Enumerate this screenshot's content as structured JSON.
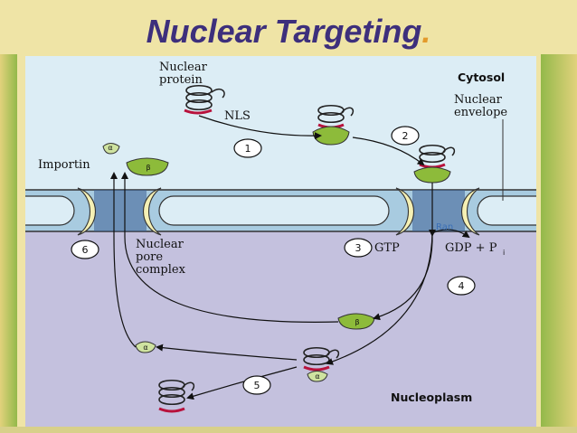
{
  "title": "Nuclear Targeting",
  "title_period": ".",
  "labels": {
    "nuclear_protein_line1": "Nuclear",
    "nuclear_protein_line2": "protein",
    "nls": "NLS",
    "cytosol": "Cytosol",
    "nuclear_envelope_line1": "Nuclear",
    "nuclear_envelope_line2": "envelope",
    "importin": "Importin",
    "nuclear_pore_line1": "Nuclear",
    "nuclear_pore_line2": "pore",
    "nuclear_pore_line3": "complex",
    "ran": "Ran",
    "gtp": "GTP",
    "gdp_pi": "GDP + P",
    "pi_sub": "i",
    "nucleoplasm": "Nucleoplasm",
    "alpha": "α",
    "beta": "β"
  },
  "steps": [
    "1",
    "2",
    "3",
    "4",
    "5",
    "6"
  ],
  "colors": {
    "title": "#3d2f7c",
    "title_period": "#e39a2b",
    "background": "#efe4a6",
    "cytosol": "#dcedf5",
    "nucleoplasm": "#c4c1de",
    "membrane": "#a8cbe0",
    "pore_ring": "#f5f0b4",
    "importin_beta": "#8dbb3a",
    "importin_alpha": "#cfe3a0",
    "nls_tag": "#b8123c",
    "ran": "#3b6fb5"
  }
}
